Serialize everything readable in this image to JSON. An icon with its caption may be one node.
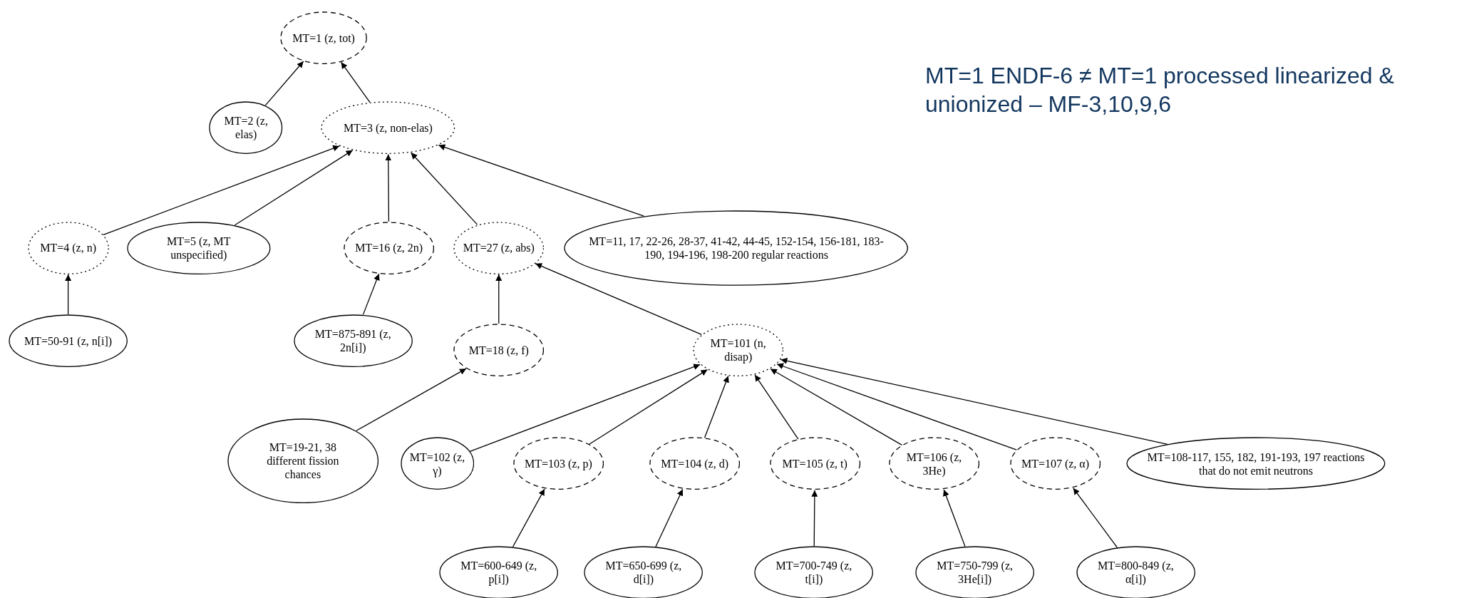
{
  "diagram": {
    "nodes": [
      {
        "text": [
          "MT=1 (z, tot)"
        ]
      },
      {
        "text": [
          "MT=2 (z, elas)"
        ]
      },
      {
        "text": [
          "MT=3 (z, non-elas)"
        ]
      },
      {
        "text": [
          "MT=4 (z, n)"
        ]
      },
      {
        "text": [
          "MT=5 (z, MT unspecified)"
        ]
      },
      {
        "text": [
          "MT=16 (z, 2n)"
        ]
      },
      {
        "text": [
          "MT=27 (z, abs)"
        ]
      },
      {
        "text": [
          "MT=11, 17, 22-26, 28-37, 41-42, 44-45, 152-154, 156-181, 183-190, 194-196, 198-200 regular reactions"
        ]
      },
      {
        "text": [
          "MT=50-91 (z, n[i])"
        ]
      },
      {
        "text": [
          "MT=875-891 (z, 2n[i])"
        ]
      },
      {
        "text": [
          "MT=18 (z, f)"
        ]
      },
      {
        "text": [
          "MT=101 (n, disap)"
        ]
      },
      {
        "text": [
          "MT=19-21, 38 different fission chances"
        ]
      },
      {
        "text": [
          "MT=102 (z, γ)"
        ]
      },
      {
        "text": [
          "MT=103 (z, p)"
        ]
      },
      {
        "text": [
          "MT=104 (z, d)"
        ]
      },
      {
        "text": [
          "MT=105 (z, t)"
        ]
      },
      {
        "text": [
          "MT=106 (z, 3He)"
        ]
      },
      {
        "text": [
          "MT=107 (z, α)"
        ]
      },
      {
        "text": [
          "MT=108-117, 155, 182, 191-193, 197 reactions that do not emit neutrons"
        ]
      },
      {
        "text": [
          "MT=600-649 (z, p[i])"
        ]
      },
      {
        "text": [
          "MT=650-699 (z, d[i])"
        ]
      },
      {
        "text": [
          "MT=700-749 (z, t[i])"
        ]
      },
      {
        "text": [
          "MT=750-799 (z, 3He[i])"
        ]
      },
      {
        "text": [
          "MT=800-849 (z, α[i])"
        ]
      }
    ],
    "edges": [
      {
        "from": 1,
        "to": 0,
        "arrow": "to"
      },
      {
        "from": 2,
        "to": 0,
        "arrow": "to"
      },
      {
        "from": 3,
        "to": 2,
        "arrow": "to"
      },
      {
        "from": 4,
        "to": 2,
        "arrow": "to"
      },
      {
        "from": 5,
        "to": 2,
        "arrow": "to"
      },
      {
        "from": 6,
        "to": 2,
        "arrow": "to"
      },
      {
        "from": 7,
        "to": 2,
        "arrow": "to"
      },
      {
        "from": 8,
        "to": 3,
        "arrow": "to"
      },
      {
        "from": 9,
        "to": 5,
        "arrow": "to"
      },
      {
        "from": 10,
        "to": 6,
        "arrow": "to"
      },
      {
        "from": 11,
        "to": 6,
        "arrow": "to"
      },
      {
        "from": 12,
        "to": 10,
        "arrow": "to"
      },
      {
        "from": 13,
        "to": 11,
        "arrow": "to"
      },
      {
        "from": 14,
        "to": 11,
        "arrow": "to"
      },
      {
        "from": 15,
        "to": 11,
        "arrow": "to"
      },
      {
        "from": 16,
        "to": 11,
        "arrow": "to"
      },
      {
        "from": 17,
        "to": 11,
        "arrow": "to"
      },
      {
        "from": 18,
        "to": 11,
        "arrow": "to"
      },
      {
        "from": 19,
        "to": 11,
        "arrow": "to"
      },
      {
        "from": 20,
        "to": 14,
        "arrow": "to"
      },
      {
        "from": 21,
        "to": 15,
        "arrow": "to"
      },
      {
        "from": 22,
        "to": 16,
        "arrow": "to"
      },
      {
        "from": 23,
        "to": 17,
        "arrow": "to"
      },
      {
        "from": 24,
        "to": 18,
        "arrow": "to"
      }
    ],
    "labels": [
      "MT=1 ENDF-6 ≠ MT=1 processed linearized & unionized – MF-3,10,9,6"
    ]
  }
}
